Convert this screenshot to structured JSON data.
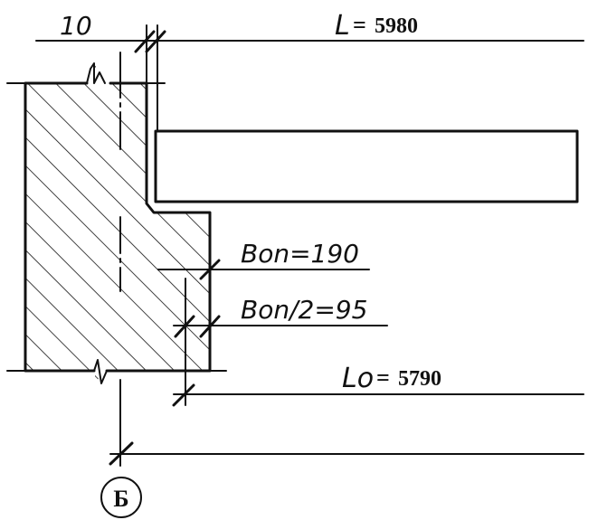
{
  "dimensions": {
    "gap": "10",
    "span": {
      "symbol": "L",
      "value": "5980"
    },
    "support_length": "Bon=190",
    "half_support": "Bon/2=95",
    "design_span": {
      "symbol": "Lo",
      "value": "5790"
    }
  },
  "axis": {
    "label": "Б"
  }
}
